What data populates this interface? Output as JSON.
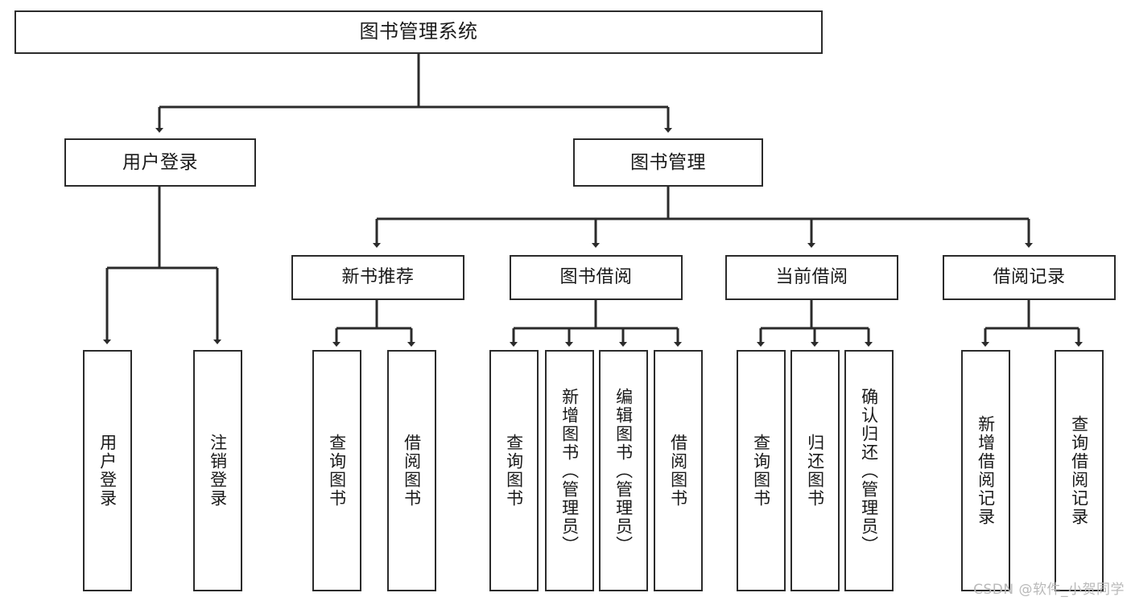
{
  "diagram": {
    "title": "图书管理系统",
    "type": "tree-hierarchy-chart",
    "colors": {
      "line": "#2b2b2b",
      "box_fill": "#ffffff",
      "text": "#1a1a1a",
      "watermark": "#b9b9b9"
    },
    "root": {
      "label": "图书管理系统"
    },
    "level2": [
      {
        "label": "用户登录"
      },
      {
        "label": "图书管理"
      }
    ],
    "level3": [
      {
        "label": "新书推荐"
      },
      {
        "label": "图书借阅"
      },
      {
        "label": "当前借阅"
      },
      {
        "label": "借阅记录"
      }
    ],
    "leaves": {
      "user_login": [
        {
          "label": "用户登录"
        },
        {
          "label": "注销登录"
        }
      ],
      "new_book_recommend": [
        {
          "label": "查询图书"
        },
        {
          "label": "借阅图书"
        }
      ],
      "book_borrow": [
        {
          "label": "查询图书"
        },
        {
          "label": "新增图书（管理员）"
        },
        {
          "label": "编辑图书（管理员）"
        },
        {
          "label": "借阅图书"
        }
      ],
      "current_borrow": [
        {
          "label": "查询图书"
        },
        {
          "label": "归还图书"
        },
        {
          "label": "确认归还（管理员）"
        }
      ],
      "borrow_record": [
        {
          "label": "新增借阅记录"
        },
        {
          "label": "查询借阅记录"
        }
      ]
    }
  },
  "watermark": {
    "text": "CSDN @软件_小贺同学"
  }
}
